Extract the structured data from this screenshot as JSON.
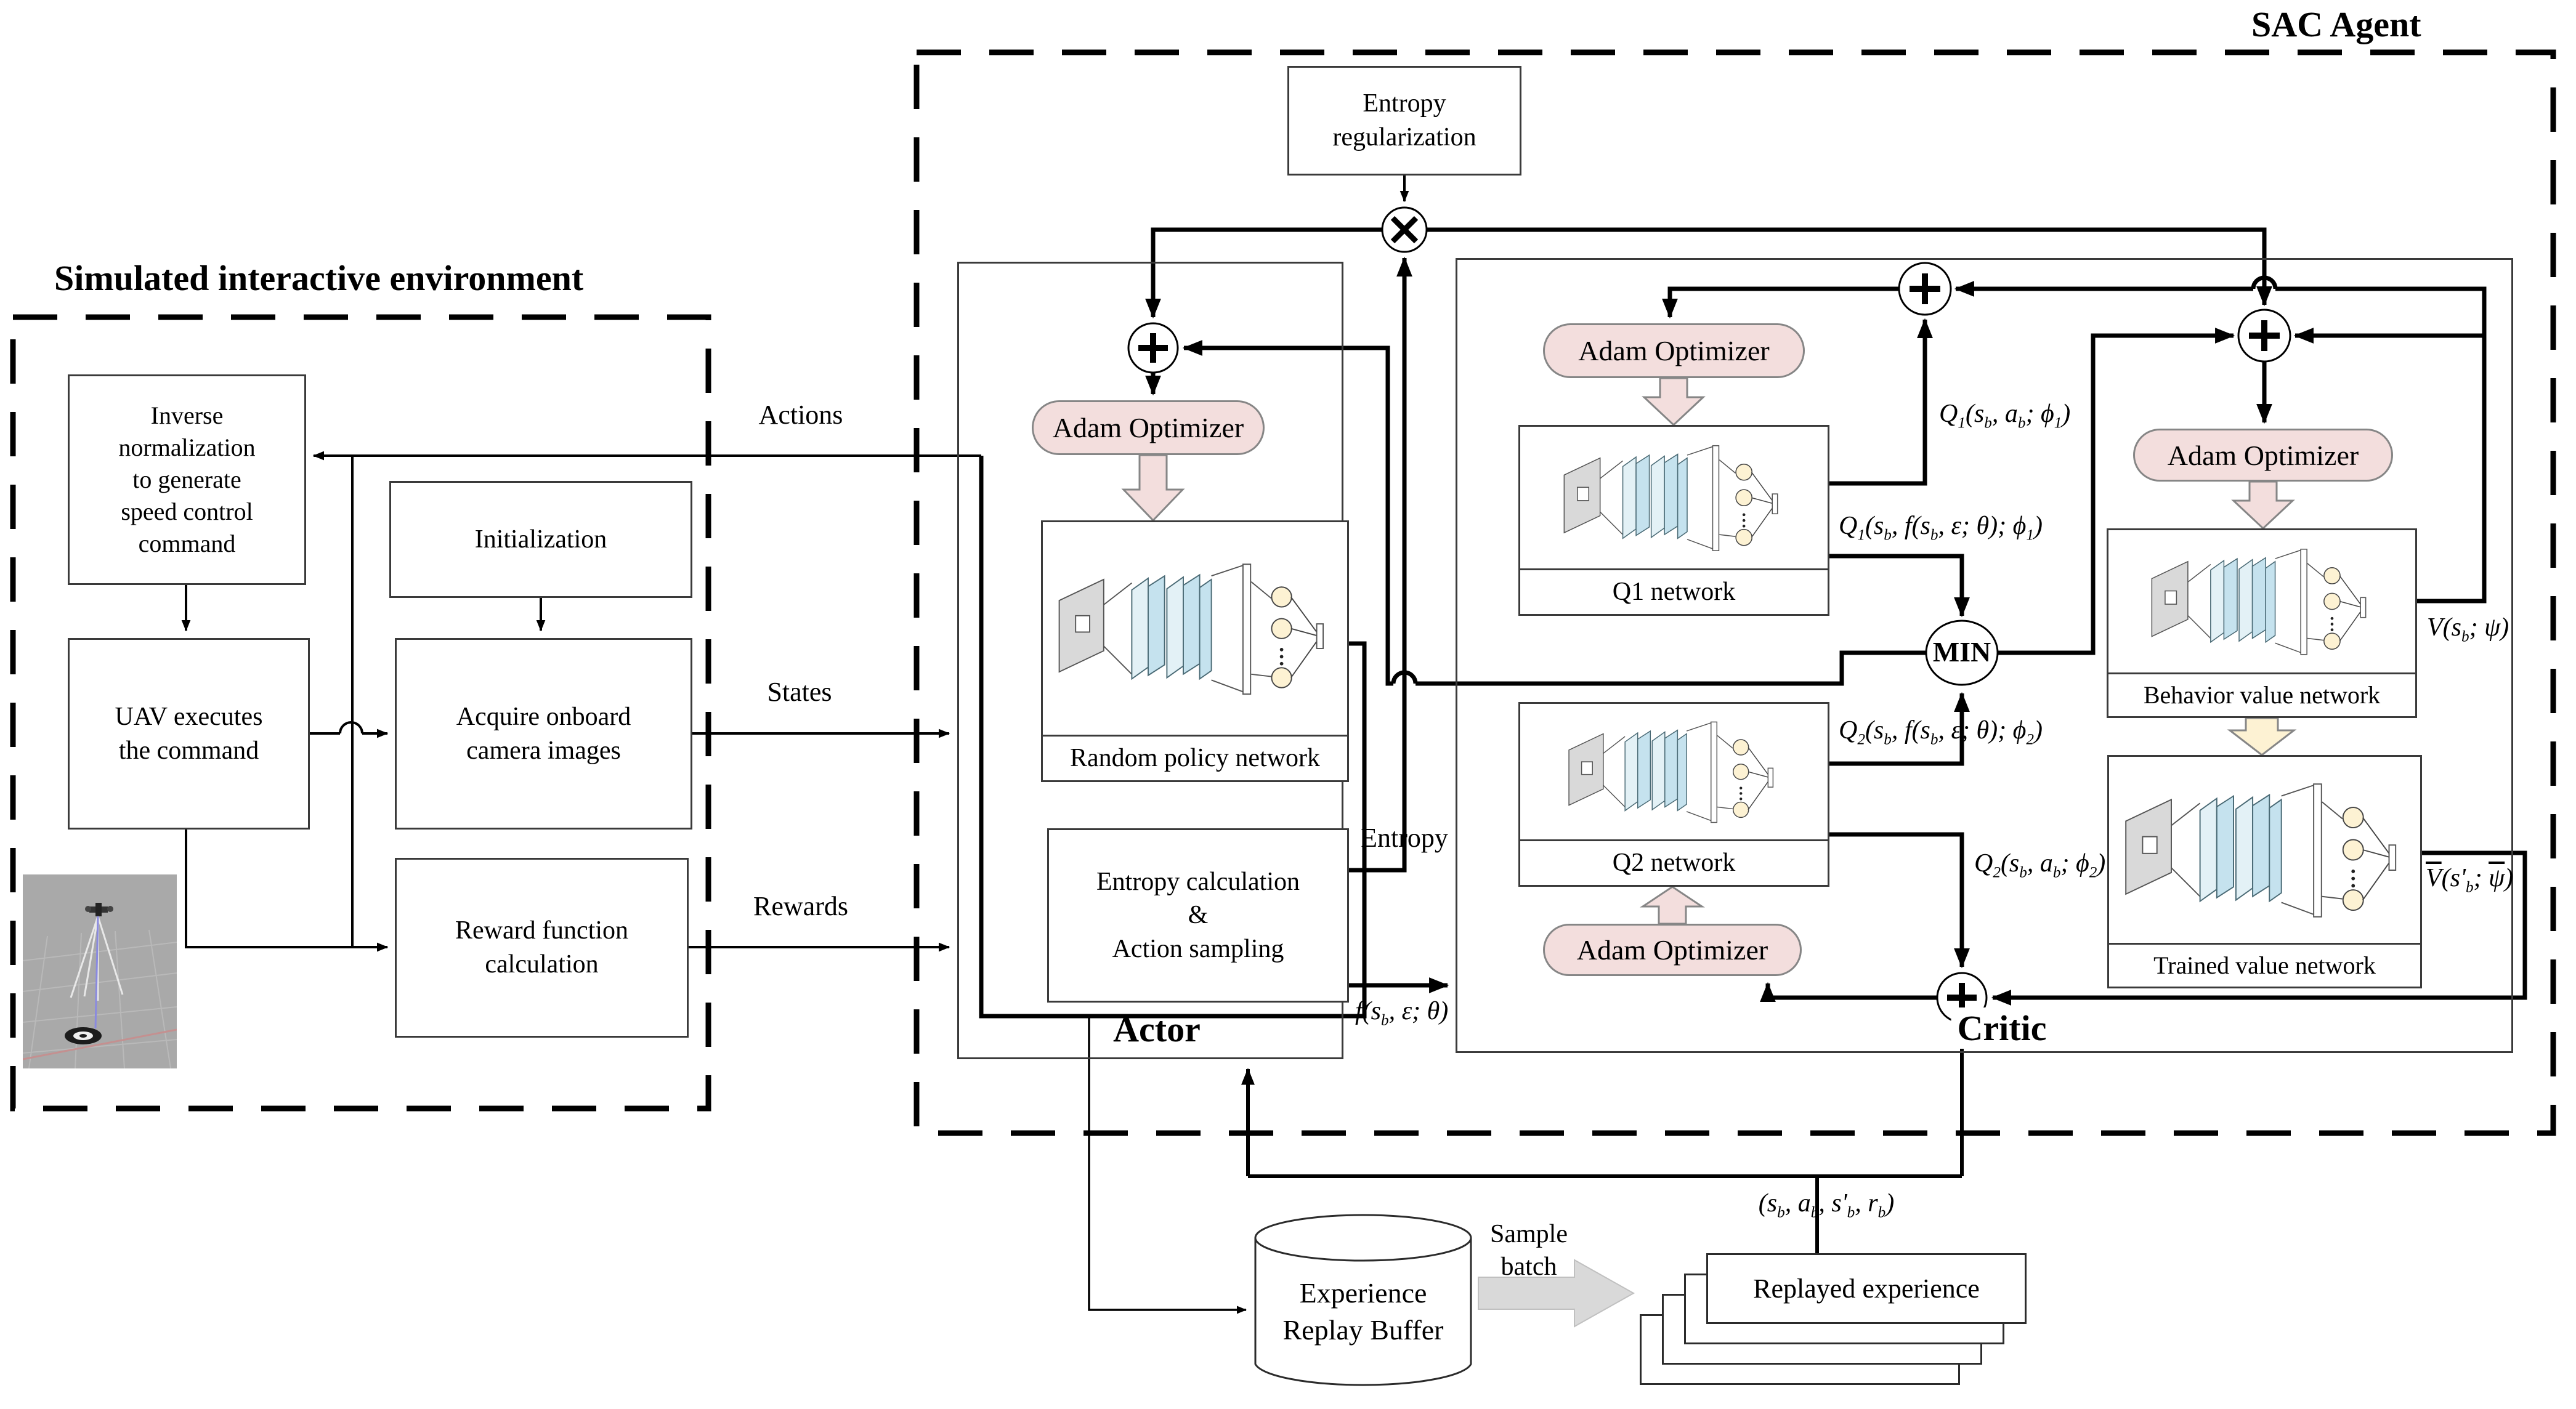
{
  "titles": {
    "sac_agent": "SAC Agent",
    "environment": "Simulated interactive environment",
    "actor": "Actor",
    "critic": "Critic"
  },
  "environment": {
    "inverse_html": "Inverse<br>normalization<br>to generate<br>speed control<br>command",
    "uav_html": "UAV executes<br>the command",
    "initialization": "Initialization",
    "acquire_html": "Acquire onboard<br>camera images",
    "reward_html": "Reward function<br>calculation"
  },
  "signals": {
    "actions": "Actions",
    "states": "States",
    "rewards": "Rewards",
    "entropy": "Entropy",
    "sample_batch_html": "Sample<br>batch"
  },
  "sac": {
    "entropy_reg_html": "Entropy<br>regularization",
    "adam_optimizer": "Adam Optimizer",
    "policy_caption": "Random policy network",
    "entropy_calc_html": "Entropy calculation<br>&<br>Action sampling",
    "q1_caption": "Q1 network",
    "q2_caption": "Q2 network",
    "behavior_caption": "Behavior value network",
    "trained_caption": "Trained value network",
    "min_label": "MIN"
  },
  "math": {
    "q1_ab_html": "Q<sub>1</sub>(s<sub>b</sub>, a<sub>b</sub>; ϕ<sub>1</sub>)",
    "q1_f_html": "Q<sub>1</sub>(s<sub>b</sub>, f(s<sub>b</sub>, ε; θ); ϕ<sub>1</sub>)",
    "q2_f_html": "Q<sub>2</sub>(s<sub>b</sub>, f(s<sub>b</sub>, ε; θ); ϕ<sub>2</sub>)",
    "q2_ab_html": "Q<sub>2</sub>(s<sub>b</sub>, a<sub>b</sub>; ϕ<sub>2</sub>)",
    "v_html": "V(s<sub>b</sub>; ψ)",
    "vbar_html": "<span class=\"ol\">V</span>(s'<sub>b</sub>; <span class=\"ol\">ψ</span>)",
    "f_html": "f(s<sub>b</sub>, ε; θ)",
    "tuple_html": "(s<sub>b</sub>, a<sub>b</sub>, s'<sub>b</sub>, r<sub>b</sub>)"
  },
  "bottom": {
    "buffer_html": "Experience<br>Replay Buffer",
    "replayed": "Replayed experience"
  },
  "colors": {
    "adam_fill": "#f3dedd",
    "pink_arrow": "#f3dedd",
    "yellow_arrow": "#fdf2d3",
    "gray_arrow": "#d9d9d9",
    "layer_blue": "#c5e2ee",
    "node_yellow": "#fdf2d3"
  }
}
